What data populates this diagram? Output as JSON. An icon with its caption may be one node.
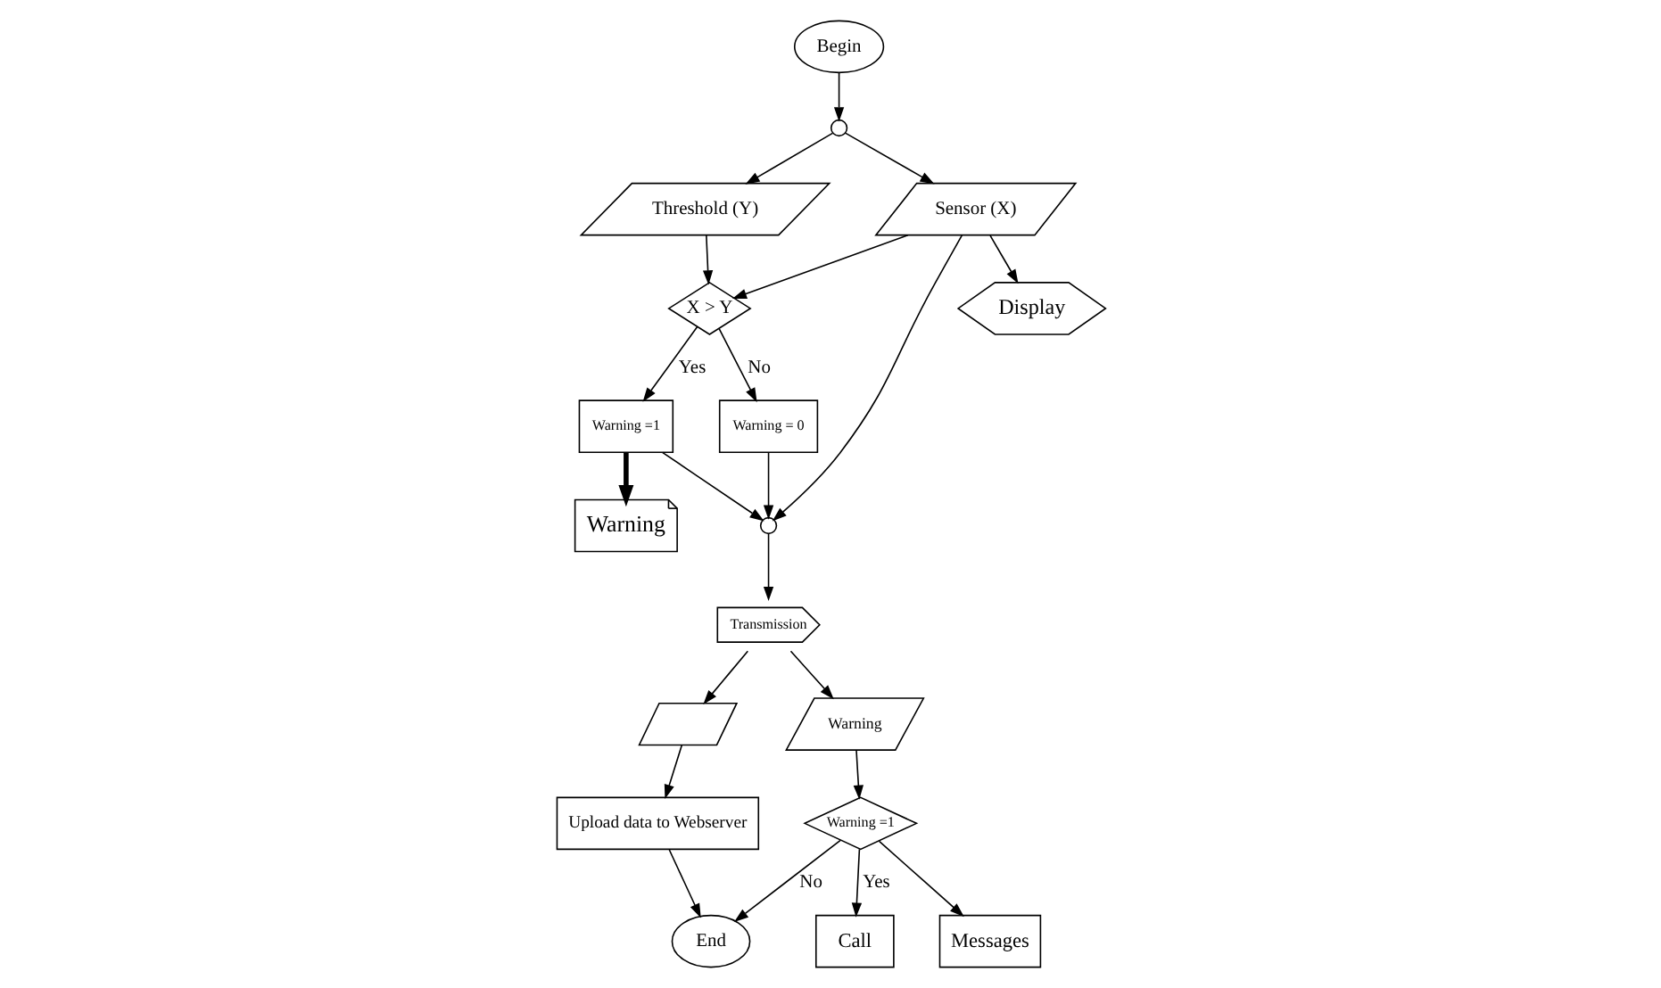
{
  "diagram": {
    "nodes": [
      {
        "text": [
          "Begin"
        ]
      },
      {
        "text": [],
        "shape": "circle"
      },
      {
        "text": [
          "Sensor (X)"
        ]
      },
      {
        "text": [
          "Threshold (Y)"
        ]
      },
      {
        "text": [
          "Display"
        ]
      },
      {
        "text": [
          "X > Y"
        ]
      },
      {
        "text": [
          "Warning"
        ]
      },
      {
        "text": [
          "Warning =1"
        ]
      },
      {
        "text": [
          "Warning = 0"
        ]
      },
      {
        "text": [],
        "shape": "circle"
      },
      {
        "text": [
          "Transmission"
        ]
      },
      {
        "text": [
          "Call"
        ]
      },
      {
        "text": [
          "Messages"
        ]
      },
      {
        "text": [
          "Warning =1"
        ]
      },
      {
        "text": [
          "End"
        ]
      },
      {
        "text": [
          "Warning"
        ]
      },
      {
        "text": [],
        "shape": "parallelogram"
      },
      {
        "text": [
          "Upload data to Webserver"
        ]
      }
    ],
    "edges": [
      {
        "from": 0,
        "to": 1,
        "arrow": "to"
      },
      {
        "from": 1,
        "to": 2,
        "arrow": "to"
      },
      {
        "from": 1,
        "to": 3,
        "arrow": "to"
      },
      {
        "from": 2,
        "to": 4,
        "arrow": "to"
      },
      {
        "from": 2,
        "to": 5,
        "arrow": "to"
      },
      {
        "from": 3,
        "to": 5,
        "arrow": "to"
      },
      {
        "from": 5,
        "to": 7,
        "arrow": "to",
        "label": "Yes"
      },
      {
        "from": 5,
        "to": 8,
        "arrow": "to",
        "label": "No"
      },
      {
        "from": 7,
        "to": 6,
        "arrow": "to",
        "style": "thick"
      },
      {
        "from": 7,
        "to": 9,
        "arrow": "to"
      },
      {
        "from": 2,
        "to": 9,
        "arrow": "to"
      },
      {
        "from": 8,
        "to": 9,
        "arrow": "to"
      },
      {
        "from": 9,
        "to": 10,
        "arrow": "to"
      },
      {
        "from": 10,
        "to": 15,
        "arrow": "to"
      },
      {
        "from": 10,
        "to": 16,
        "arrow": "to"
      },
      {
        "from": 15,
        "to": 13,
        "arrow": "to"
      },
      {
        "from": 13,
        "to": 11,
        "arrow": "to",
        "label": "Yes"
      },
      {
        "from": 13,
        "to": 12,
        "arrow": "to"
      },
      {
        "from": 13,
        "to": 14,
        "arrow": "to",
        "label": "No"
      },
      {
        "from": 16,
        "to": 17,
        "arrow": "to"
      },
      {
        "from": 17,
        "to": 14,
        "arrow": "to"
      }
    ]
  }
}
